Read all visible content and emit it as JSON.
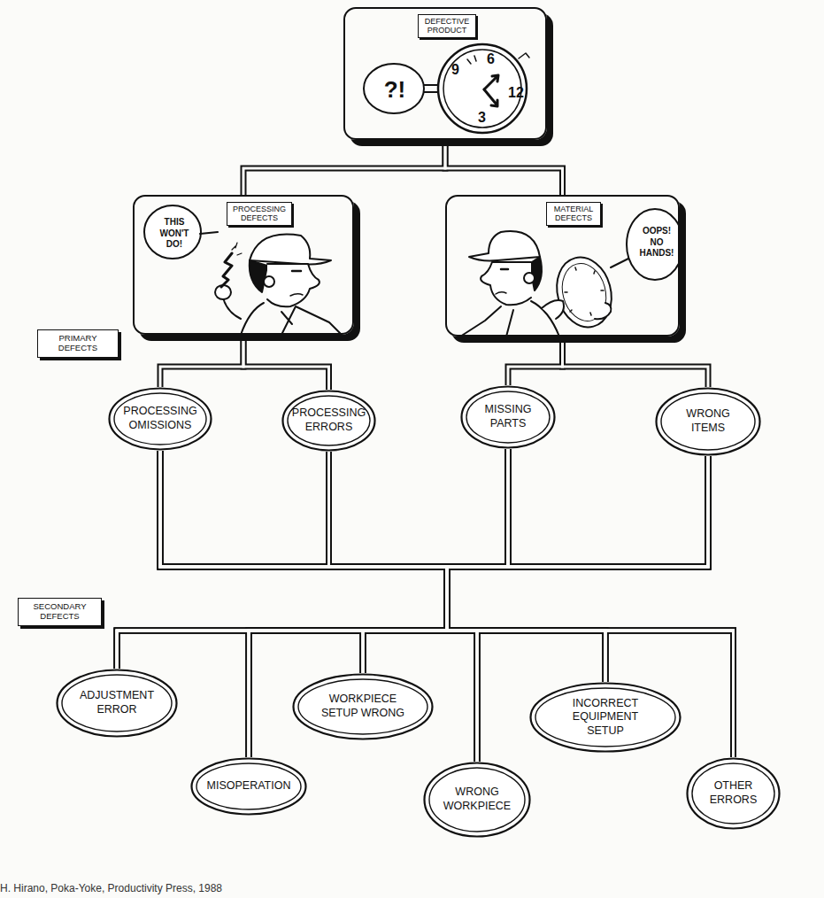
{
  "diagram": {
    "caption": "H. Hirano, Poka-Yoke, Productivity Press, 1988",
    "nodes": [
      {
        "text": [
          "DEFECTIVE PRODUCT",
          "?!"
        ]
      },
      {
        "text": [
          "PROCESSING DEFECTS",
          "THIS WON'T DO!"
        ]
      },
      {
        "text": [
          "MATERIAL DEFECTS",
          "OOPS! NO HANDS!"
        ]
      },
      {
        "text": [
          "PRIMARY DEFECTS"
        ]
      },
      {
        "text": [
          "PROCESSING OMISSIONS"
        ]
      },
      {
        "text": [
          "PROCESSING ERRORS"
        ]
      },
      {
        "text": [
          "MISSING PARTS"
        ]
      },
      {
        "text": [
          "WRONG ITEMS"
        ]
      },
      {
        "text": [
          "SECONDARY DEFECTS"
        ]
      },
      {
        "text": [
          "ADJUSTMENT ERROR"
        ]
      },
      {
        "text": [
          "MISOPERATION"
        ]
      },
      {
        "text": [
          "WORKPIECE SETUP WRONG"
        ]
      },
      {
        "text": [
          "WRONG WORKPIECE"
        ]
      },
      {
        "text": [
          "INCORRECT EQUIPMENT SETUP"
        ]
      },
      {
        "text": [
          "OTHER ERRORS"
        ]
      }
    ],
    "edges": [
      {
        "from": 0,
        "to": 1,
        "arrow": "none"
      },
      {
        "from": 0,
        "to": 2,
        "arrow": "none"
      },
      {
        "from": 1,
        "to": 4,
        "arrow": "none"
      },
      {
        "from": 1,
        "to": 5,
        "arrow": "none"
      },
      {
        "from": 2,
        "to": 6,
        "arrow": "none"
      },
      {
        "from": 2,
        "to": 7,
        "arrow": "none"
      },
      {
        "from": 4,
        "to": 9,
        "arrow": "none"
      },
      {
        "from": 4,
        "to": 10,
        "arrow": "none"
      },
      {
        "from": 4,
        "to": 11,
        "arrow": "none"
      },
      {
        "from": 4,
        "to": 12,
        "arrow": "none"
      },
      {
        "from": 4,
        "to": 13,
        "arrow": "none"
      },
      {
        "from": 4,
        "to": 14,
        "arrow": "none"
      },
      {
        "from": 5,
        "to": 9,
        "arrow": "none"
      },
      {
        "from": 5,
        "to": 10,
        "arrow": "none"
      },
      {
        "from": 5,
        "to": 11,
        "arrow": "none"
      },
      {
        "from": 5,
        "to": 12,
        "arrow": "none"
      },
      {
        "from": 5,
        "to": 13,
        "arrow": "none"
      },
      {
        "from": 5,
        "to": 14,
        "arrow": "none"
      },
      {
        "from": 6,
        "to": 9,
        "arrow": "none"
      },
      {
        "from": 6,
        "to": 10,
        "arrow": "none"
      },
      {
        "from": 6,
        "to": 11,
        "arrow": "none"
      },
      {
        "from": 6,
        "to": 12,
        "arrow": "none"
      },
      {
        "from": 6,
        "to": 13,
        "arrow": "none"
      },
      {
        "from": 6,
        "to": 14,
        "arrow": "none"
      },
      {
        "from": 7,
        "to": 9,
        "arrow": "none"
      },
      {
        "from": 7,
        "to": 10,
        "arrow": "none"
      },
      {
        "from": 7,
        "to": 11,
        "arrow": "none"
      },
      {
        "from": 7,
        "to": 12,
        "arrow": "none"
      },
      {
        "from": 7,
        "to": 13,
        "arrow": "none"
      },
      {
        "from": 7,
        "to": 14,
        "arrow": "none"
      }
    ],
    "labels": [
      "9",
      "6",
      "12",
      "3"
    ]
  }
}
